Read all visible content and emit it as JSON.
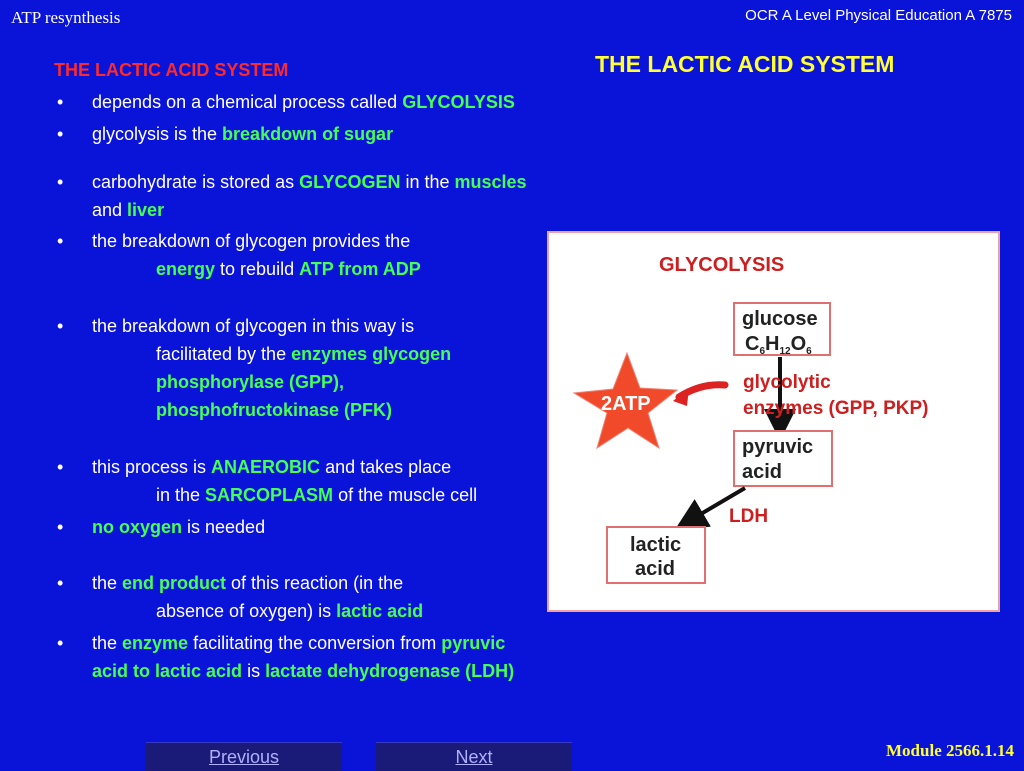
{
  "header": {
    "left": "ATP resynthesis",
    "right": "OCR A Level Physical Education A 7875"
  },
  "title": "THE LACTIC ACID SYSTEM",
  "section_heading": "THE LACTIC ACID SYSTEM",
  "bullets": {
    "b1": {
      "t1": "depends on a chemical process called ",
      "h1": "GLYCOLYSIS"
    },
    "b2": {
      "t1": "glycolysis is the ",
      "h1": "breakdown of sugar"
    },
    "b3": {
      "t1": "carbohydrate is stored as ",
      "h1": "GLYCOGEN",
      "t2": " in the ",
      "h2": "muscles",
      "t3": "and ",
      "h3": "liver"
    },
    "b4": {
      "t1": "the breakdown of glycogen provides the",
      "h1": "energy",
      "t2": " to rebuild ",
      "h2": "ATP from ADP"
    },
    "b5": {
      "t1": "the breakdown of glycogen in this way is",
      "t2": "facilitated by the ",
      "h1": "enzymes glycogen",
      "h2": "phosphorylase (GPP),",
      "h3": "phosphofructokinase (PFK)"
    },
    "b6": {
      "t1": "this process is ",
      "h1": "ANAEROBIC",
      "t2": " and takes place",
      "t3": "in the ",
      "h2": "SARCOPLASM",
      "t4": " of the muscle cell"
    },
    "b7": {
      "h1": "no oxygen",
      "t1": " is needed"
    },
    "b8": {
      "t1": "the ",
      "h1": "end product",
      "t2": " of this reaction (in the",
      "t3": "absence of oxygen) is ",
      "h2": "lactic acid"
    },
    "b9": {
      "t1": "the ",
      "h1": "enzyme",
      "t2": " facilitating the conversion from ",
      "h2": "pyruvic",
      "h3": "acid to lactic acid",
      "t3": " is ",
      "h4": "lactate dehydrogenase (LDH)"
    }
  },
  "diagram": {
    "title": "GLYCOLYSIS",
    "glucose": "glucose",
    "formula": {
      "c": "C",
      "c_sub": "6",
      "h": "H",
      "h_sub": "12",
      "o": "O",
      "o_sub": "6"
    },
    "star_label": "2ATP",
    "enzymes_line1": "glycolytic",
    "enzymes_line2": "enzymes (GPP, PKP)",
    "pyruvic_line1": "pyruvic",
    "pyruvic_line2": "acid",
    "ldh": "LDH",
    "lactic_line1": "lactic",
    "lactic_line2": "acid",
    "colors": {
      "label_red": "#cc1f1f",
      "star": "#f04a2a",
      "box_border": "#e07070"
    }
  },
  "nav": {
    "previous": "Previous",
    "next": "Next"
  },
  "module": "Module 2566.1.14"
}
